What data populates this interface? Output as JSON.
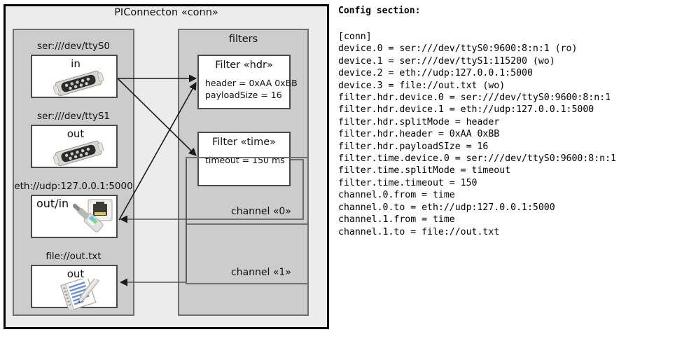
{
  "diagram": {
    "title": "PIConnecton «conn»",
    "panels": {
      "devices_title": "",
      "filters_title": "filters"
    },
    "devices": [
      {
        "label": "ser:///dev/ttyS0",
        "mode": "in",
        "icon": "serial-port-icon"
      },
      {
        "label": "ser:///dev/ttyS1",
        "mode": "out",
        "icon": "serial-port-icon"
      },
      {
        "label": "eth://udp:127.0.0.1:5000",
        "mode": "out/in",
        "icon": "ethernet-plug-icon"
      },
      {
        "label": "file://out.txt",
        "mode": "out",
        "icon": "text-file-pencil-icon"
      }
    ],
    "filters": [
      {
        "title": "Filter «hdr»",
        "props": "header = 0xAA 0xBB\npayloadSize = 16"
      },
      {
        "title": "Filter «time»",
        "props": "timeout = 150 ms"
      }
    ],
    "channels": [
      {
        "label": "channel «0»"
      },
      {
        "label": "channel «1»"
      }
    ]
  },
  "config": {
    "heading": "Config section:",
    "text": "[conn]\ndevice.0 = ser:///dev/ttyS0:9600:8:n:1 (ro)\ndevice.1 = ser:///dev/ttyS1:115200 (wo)\ndevice.2 = eth://udp:127.0.0.1:5000\ndevice.3 = file://out.txt (wo)\nfilter.hdr.device.0 = ser:///dev/ttyS0:9600:8:n:1\nfilter.hdr.device.1 = eth://udp:127.0.0.1:5000\nfilter.hdr.splitMode = header\nfilter.hdr.header = 0xAA 0xBB\nfilter.hdr.payloadSIze = 16\nfilter.time.device.0 = ser:///dev/ttyS0:9600:8:n:1\nfilter.time.splitMode = timeout\nfilter.time.timeout = 150\nchannel.0.from = time\nchannel.0.to = eth://udp:127.0.0.1:5000\nchannel.1.from = time\nchannel.1.to = file://out.txt"
  },
  "colors": {
    "frame_bg": "#ececec",
    "panel_bg": "#cccccc",
    "card_bg": "#ffffff",
    "border_dark": "#000000",
    "border_grey": "#6f6f6f"
  }
}
